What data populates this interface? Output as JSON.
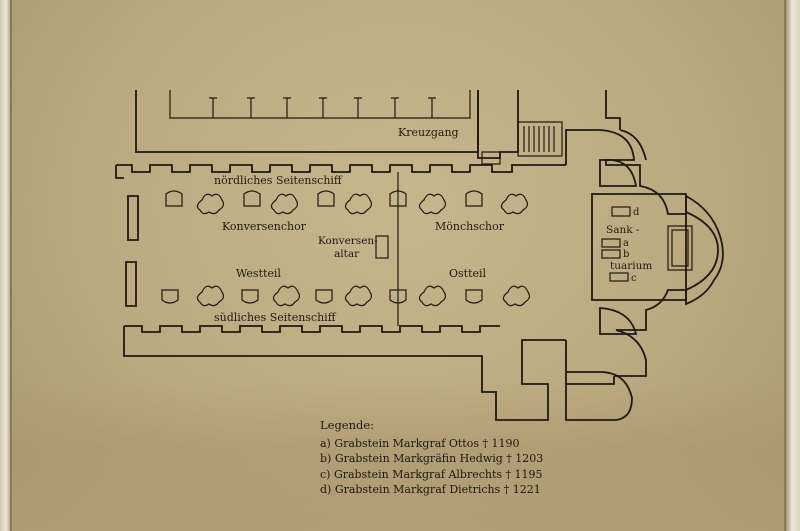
{
  "labels": {
    "kreuzgang": "Kreuzgang",
    "north_aisle": "nördliches Seitenschiff",
    "south_aisle": "südliches Seitenschiff",
    "konversenchor": "Konversenchor",
    "moenchschor": "Mönchschor",
    "konversenaltar_1": "Konversen-",
    "konversenaltar_2": "altar",
    "westteil": "Westteil",
    "ostteil": "Ostteil",
    "sanktuarium_1": "Sank -",
    "sanktuarium_2": "tuarium",
    "mark_a": "a",
    "mark_b": "b",
    "mark_c": "c",
    "mark_d": "d"
  },
  "legend": {
    "title": "Legende:",
    "items": [
      "a) Grabstein Markgraf Ottos † 1190",
      "b) Grabstein Markgräfin Hedwig † 1203",
      "c) Grabstein  Markgraf Albrechts † 1195",
      "d) Grabstein Markgraf Dietrichs † 1221"
    ]
  },
  "colors": {
    "ink": "#1f1a12",
    "board": "#c1ae85"
  }
}
